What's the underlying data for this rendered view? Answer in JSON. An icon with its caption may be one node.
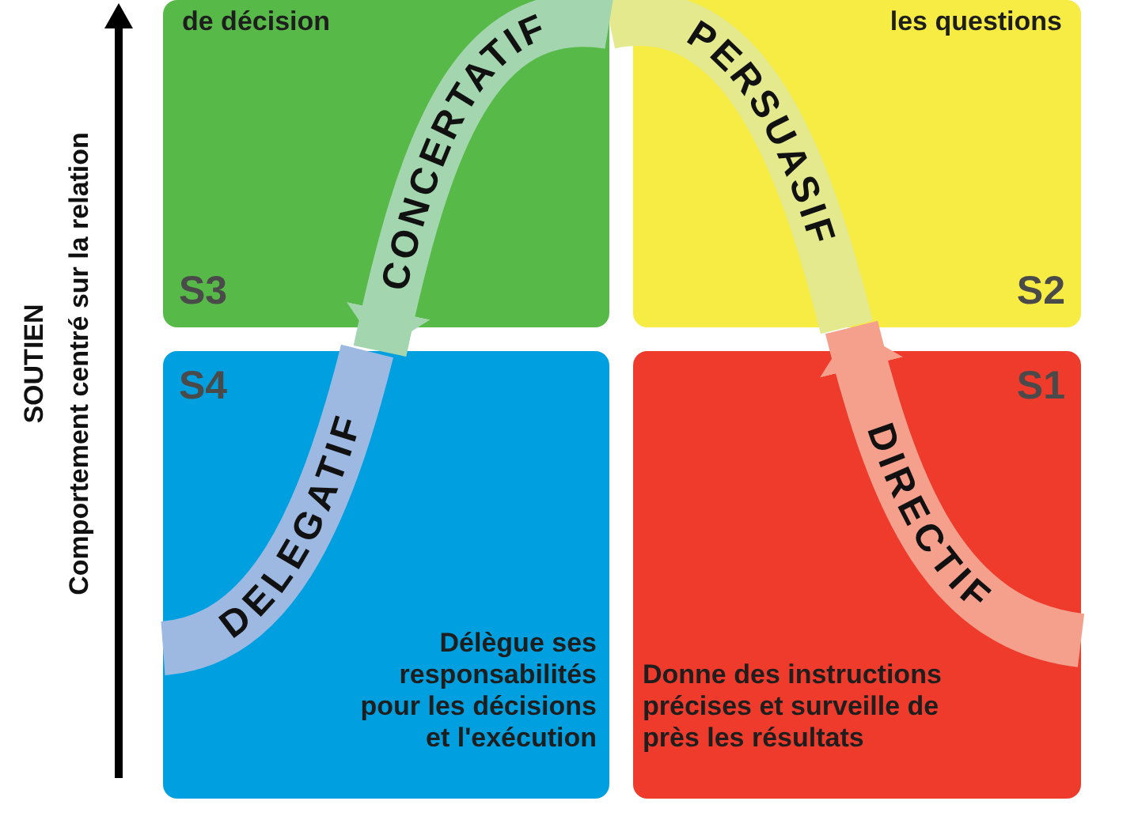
{
  "diagram": {
    "nodes": [
      {
        "text": [
          "de décision",
          "S3"
        ]
      },
      {
        "text": [
          "les questions",
          "S2"
        ]
      },
      {
        "text": [
          "S4",
          "Délègue ses responsabilités pour les décisions et l'exécution"
        ]
      },
      {
        "text": [
          "S1",
          "Donne des instructions précises et surveille de près les résultats"
        ]
      }
    ],
    "edges": [
      {
        "from": 3,
        "to": 1,
        "arrow": "to",
        "label": "DIRECTIF",
        "color": "#f5a08c"
      },
      {
        "from": 1,
        "to": 0,
        "arrow": "none",
        "label": "PERSUASIF",
        "color": "#e3e98c"
      },
      {
        "from": 0,
        "to": 2,
        "arrow": "to",
        "label": "CONCERTATIF",
        "color": "#a3d6ae"
      },
      {
        "from": 2,
        "to": null,
        "arrow": "none",
        "label": "DELEGATIF",
        "color": "#9db9e2"
      }
    ],
    "labels": [
      "SOUTIEN",
      "Comportement centré sur la relation"
    ]
  }
}
